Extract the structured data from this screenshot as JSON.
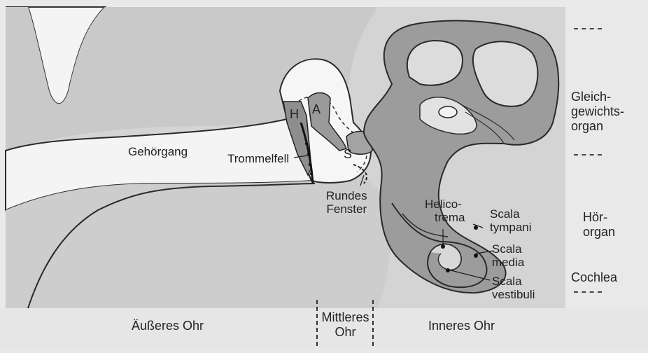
{
  "labels": {
    "gehoergang": "Gehörgang",
    "trommelfell": "Trommelfell",
    "h": "H",
    "a": "A",
    "s": "S",
    "rundes_fenster": [
      "Rundes",
      "Fenster"
    ],
    "helicotrema": [
      "Helico-",
      "trema"
    ],
    "scala_tympani": [
      "Scala",
      "tympani"
    ],
    "scala_media": [
      "Scala",
      "media"
    ],
    "scala_vestibuli": [
      "Scala",
      "vestibuli"
    ],
    "gleichgewichtsorgan": [
      "Gleich-",
      "gewichts-",
      "organ"
    ],
    "hoerorgan": [
      "Hör-",
      "organ"
    ],
    "cochlea": "Cochlea",
    "aeusseres_ohr": "Äußeres Ohr",
    "mittleres_ohr": [
      "Mittleres",
      "Ohr"
    ],
    "inneres_ohr": "Inneres Ohr"
  },
  "colors": {
    "background": "#e9e9e9",
    "diagram_fill": "#cfcfcf",
    "bone_dark": "#9a9a9a",
    "outline": "#2a2a2a"
  }
}
